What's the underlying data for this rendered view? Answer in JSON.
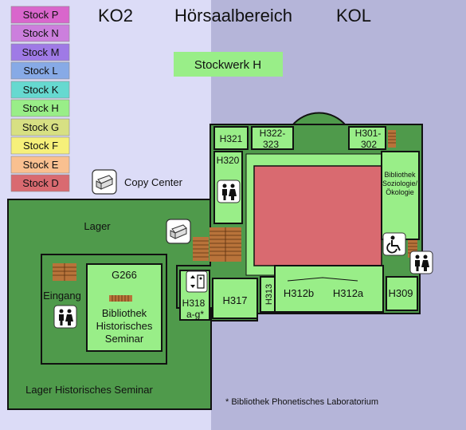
{
  "header": {
    "ko2_label": "KO2",
    "center_label": "Hörsaalbereich",
    "kol_label": "KOL"
  },
  "floor_selector": {
    "items": [
      {
        "label": "Stock P",
        "color": "#d966cc"
      },
      {
        "label": "Stock N",
        "color": "#cc7fdd"
      },
      {
        "label": "Stock M",
        "color": "#9f7ae6"
      },
      {
        "label": "Stock L",
        "color": "#87aae6"
      },
      {
        "label": "Stock K",
        "color": "#66d9d0"
      },
      {
        "label": "Stock H",
        "color": "#99ee88"
      },
      {
        "label": "Stock G",
        "color": "#d7e083"
      },
      {
        "label": "Stock F",
        "color": "#f6f07a"
      },
      {
        "label": "Stock E",
        "color": "#f9c090"
      },
      {
        "label": "Stock D",
        "color": "#d96a70"
      }
    ],
    "active": "Stock H"
  },
  "current_floor_label": "Stockwerk H",
  "legend": {
    "copy_center": "Copy Center"
  },
  "rooms": {
    "h321": "H321",
    "h322_line1": "H322-",
    "h322_line2": "323",
    "h301_line1": "H301-",
    "h301_line2": "302",
    "h320": "H320",
    "bib_soz_line1": "Bibliothek",
    "bib_soz_line2": "Soziologie/",
    "bib_soz_line3": "Ökologie",
    "h313": "H313",
    "h312b": "H312b",
    "h312a": "H312a",
    "h309": "H309",
    "h317": "H317",
    "h318_line1": "H318",
    "h318_line2": "a-g*",
    "g266": "G266",
    "bib_hist_line1": "Bibliothek",
    "bib_hist_line2": "Historisches",
    "bib_hist_line3": "Seminar",
    "eingang": "Eingang",
    "lager": "Lager",
    "lager_hist": "Lager Historisches Seminar"
  },
  "footnote": "* Bibliothek Phonetisches Laboratorium",
  "colors": {
    "left_bg": "#dcdcf7",
    "right_bg": "#b5b5d9",
    "dark_green": "#4f9a4b",
    "room_green": "#99ee88",
    "auditorium": "#d96a70",
    "stairs": "#b8733a"
  }
}
